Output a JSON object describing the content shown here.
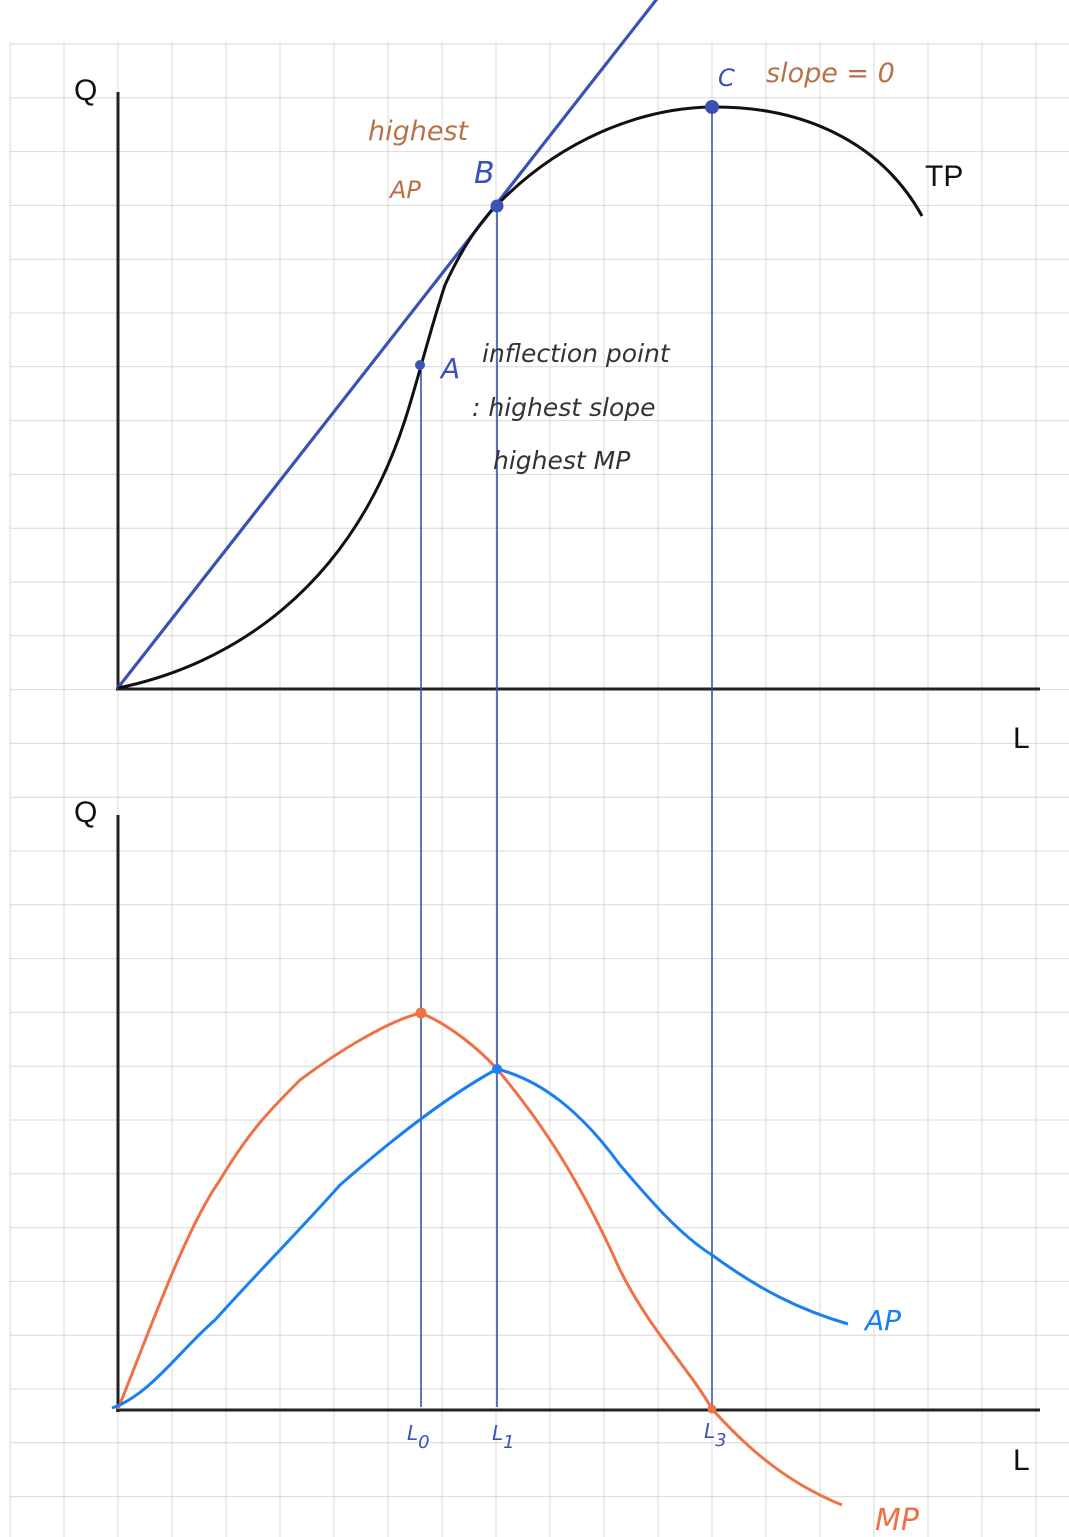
{
  "colors": {
    "grid": "#d8d8d8",
    "axis": "#222222",
    "tp_curve": "#111111",
    "tangent": "#3a52b4",
    "guide": "#3a52b4",
    "points": "#3a52b4",
    "annotation_brown": "#b8724a",
    "annotation_dark": "#333333",
    "mp_curve": "#ef7144",
    "ap_curve": "#1a7ff0",
    "tick_labels": "#3a52b4"
  },
  "top_panel": {
    "y_axis_label": "Q",
    "x_axis_label": "L",
    "tp_label": "TP",
    "point_a": "A",
    "point_b": "B",
    "point_c": "C",
    "note_highest_ap_1": "highest",
    "note_highest_ap_2": "AP",
    "note_slope_zero": "slope = 0",
    "note_inflection_1": "inflection point",
    "note_inflection_2": ": highest slope",
    "note_inflection_3": "highest MP"
  },
  "bottom_panel": {
    "y_axis_label": "Q",
    "x_axis_label": "L",
    "ap_label": "AP",
    "mp_label": "MP",
    "tick_l0": "L",
    "tick_l0_sub": "0",
    "tick_l1": "L",
    "tick_l1_sub": "1",
    "tick_l3": "L",
    "tick_l3_sub": "3"
  }
}
